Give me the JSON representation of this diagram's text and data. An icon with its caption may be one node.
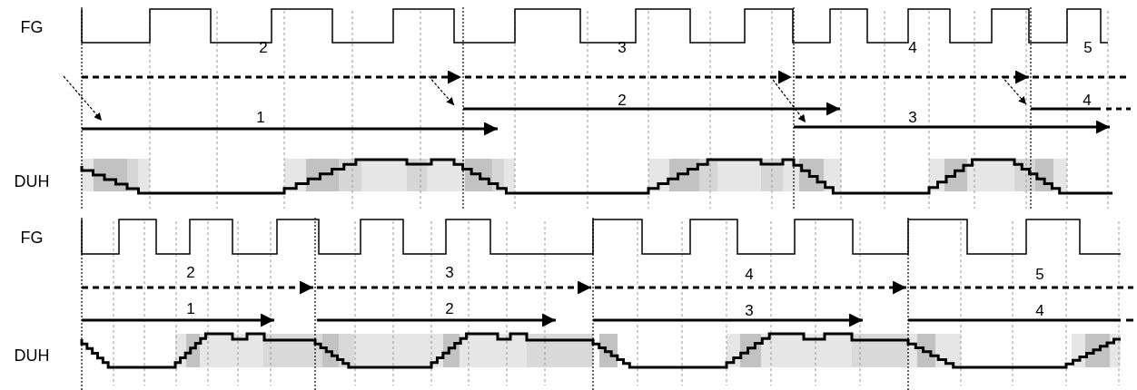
{
  "diagram": {
    "labels": [
      "FG",
      "2",
      "3",
      "4",
      "5",
      "2",
      "4",
      "1",
      "3",
      "DUH",
      "FG",
      "2",
      "3",
      "4",
      "5",
      "1",
      "2",
      "3",
      "4",
      "DUH"
    ]
  }
}
